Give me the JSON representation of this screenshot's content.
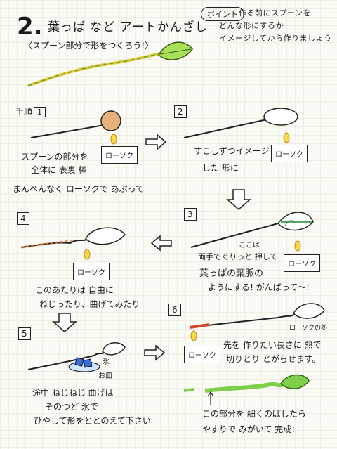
{
  "header": {
    "number": "2.",
    "title": "葉っぱ など アートかんざし",
    "subtitle": "〈スプーン部分で形をつくろう!〉"
  },
  "point": {
    "badge": "ポイント",
    "lines": [
      "作る前にスプーンを",
      "どんな形にするか",
      "イメージしてから作りましょう"
    ]
  },
  "steps": {
    "s1": {
      "label": "手順",
      "num": "1",
      "lines": [
        "スプーンの部分を",
        "全体に 表裏 棒",
        "まんべんなく ローソクで あぶって"
      ],
      "candle": "ローソク"
    },
    "s2": {
      "num": "2",
      "lines": [
        "すこしずつイメージ",
        "した 形に"
      ],
      "candle": "ローソク"
    },
    "s3": {
      "num": "3",
      "lines": [
        "ここは",
        "両手でぐりっと 押して",
        "葉っぱの葉脈の",
        "ようにする! がんばって〜!"
      ],
      "candle": "ローソク"
    },
    "s4": {
      "num": "4",
      "lines": [
        "このあたりは 自由に",
        "ねじったり、曲げてみたり"
      ],
      "candle": "ローソク"
    },
    "s5": {
      "num": "5",
      "lines": [
        "途中 ねじねじ 曲げは",
        "そのつど 氷で",
        "ひやして形をととのえて下さい"
      ],
      "ice": "氷",
      "dish": "お皿"
    },
    "s6": {
      "num": "6",
      "lines": [
        "先を 作りたい長さに 熱で",
        "切りとり とがらせます。",
        "この部分を 細くのばしたら",
        "やすりで みがいて 完成!"
      ],
      "candle": "ローソク",
      "candle_note": "ローソクの熱"
    }
  }
}
